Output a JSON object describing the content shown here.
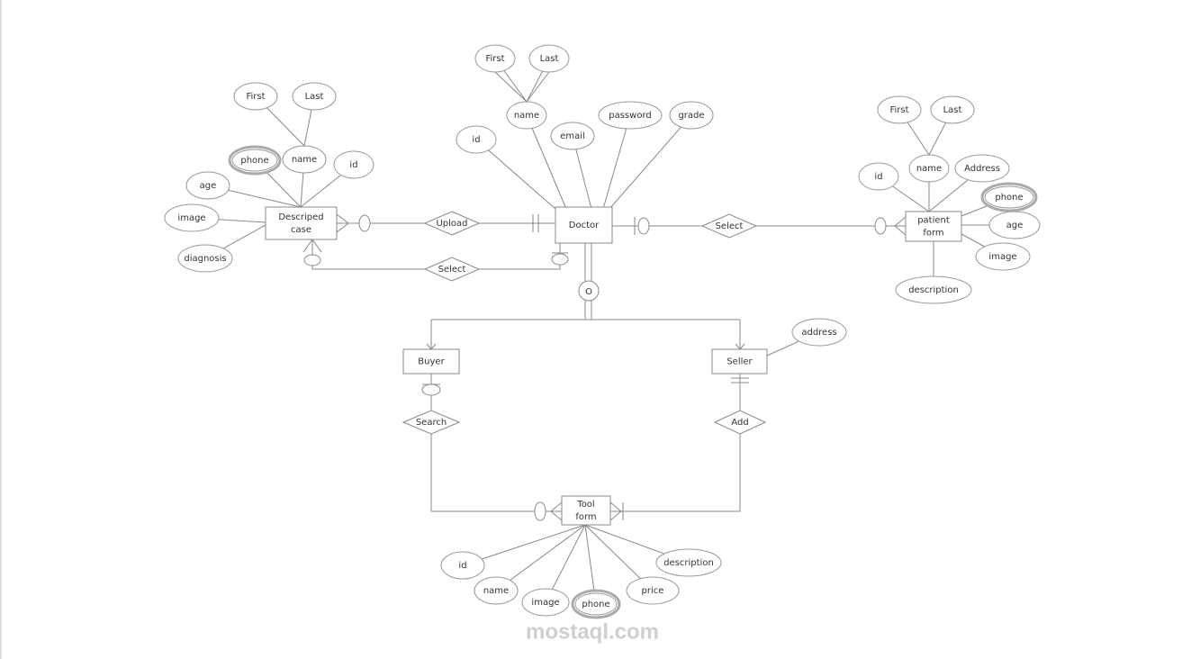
{
  "diagram": {
    "entities": {
      "doctor": "Doctor",
      "case_l1": "Descriped",
      "case_l2": "case",
      "patient_l1": "patient",
      "patient_l2": "form",
      "buyer": "Buyer",
      "seller": "Seller",
      "tool_l1": "Tool",
      "tool_l2": "form"
    },
    "relationships": {
      "upload": "Upload",
      "select_case": "Select",
      "select_patient": "Select",
      "search": "Search",
      "add": "Add",
      "disjoint": "O"
    },
    "attributes": {
      "doctor": {
        "first": "First",
        "last": "Last",
        "name": "name",
        "id": "id",
        "email": "email",
        "password": "password",
        "grade": "grade"
      },
      "case": {
        "first": "First",
        "last": "Last",
        "phone": "phone",
        "name": "name",
        "id": "id",
        "age": "age",
        "image": "image",
        "diagnosis": "diagnosis"
      },
      "patient": {
        "first": "First",
        "last": "Last",
        "id": "id",
        "name": "name",
        "address": "Address",
        "phone": "phone",
        "age": "age",
        "image": "image",
        "description": "description"
      },
      "seller": {
        "address": "address"
      },
      "tool": {
        "id": "id",
        "name": "name",
        "image": "image",
        "phone": "phone",
        "price": "price",
        "description": "description"
      }
    },
    "watermark": "mostaql.com"
  }
}
